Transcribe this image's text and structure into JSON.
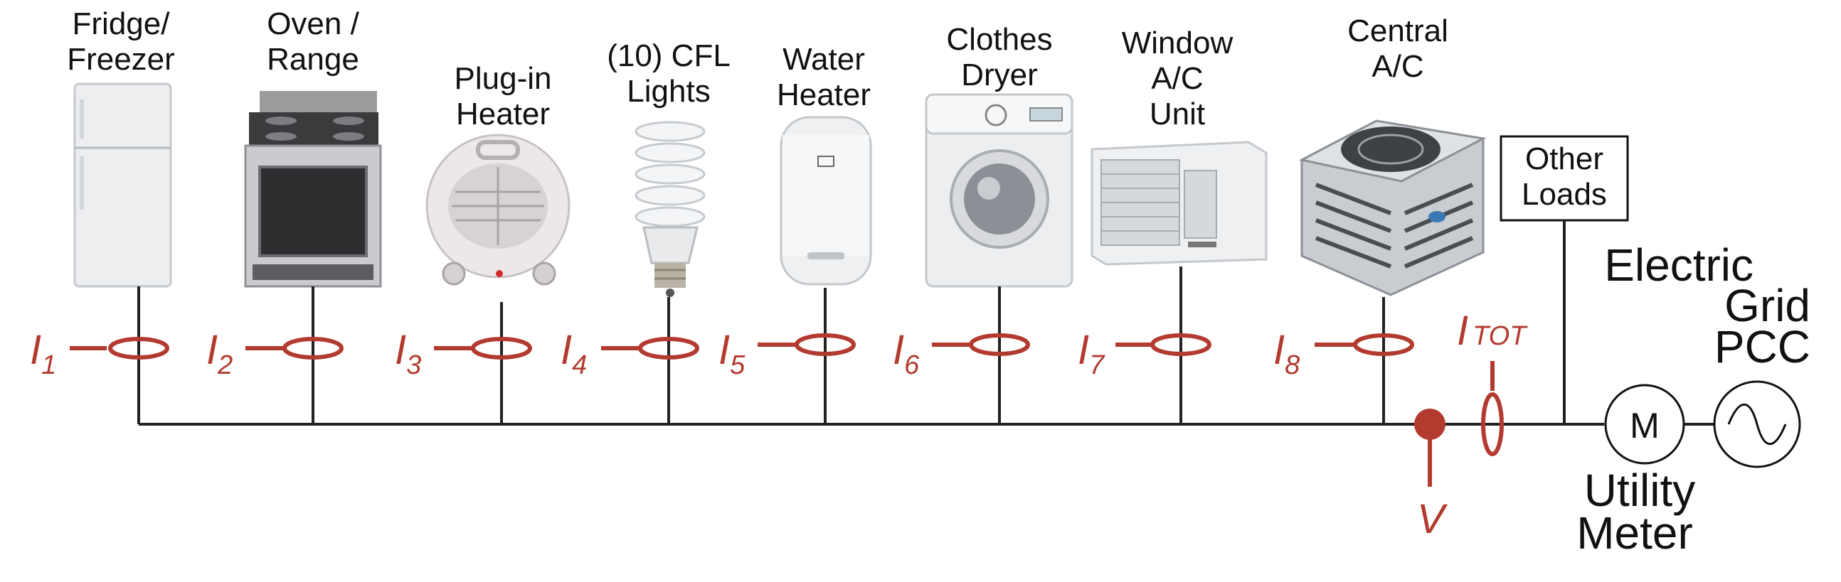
{
  "appliances": [
    {
      "name_lines": [
        "Fridge/",
        "Freezer"
      ],
      "current_label": "I",
      "current_sub": "1"
    },
    {
      "name_lines": [
        "Oven /",
        "Range"
      ],
      "current_label": "I",
      "current_sub": "2"
    },
    {
      "name_lines": [
        "Plug-in",
        "Heater"
      ],
      "current_label": "I",
      "current_sub": "3"
    },
    {
      "name_lines": [
        "(10) CFL",
        "Lights"
      ],
      "current_label": "I",
      "current_sub": "4"
    },
    {
      "name_lines": [
        "Water",
        "Heater"
      ],
      "current_label": "I",
      "current_sub": "5"
    },
    {
      "name_lines": [
        "Clothes",
        "Dryer"
      ],
      "current_label": "I",
      "current_sub": "6"
    },
    {
      "name_lines": [
        "Window",
        "A/C",
        "Unit"
      ],
      "current_label": "I",
      "current_sub": "7"
    },
    {
      "name_lines": [
        "Central",
        "A/C"
      ],
      "current_label": "I",
      "current_sub": "8"
    }
  ],
  "other_loads": {
    "lines": [
      "Other",
      "Loads"
    ]
  },
  "total_current": {
    "label": "I",
    "sub": "TOT"
  },
  "voltage": {
    "label": "V"
  },
  "meter": {
    "symbol": "M",
    "lines": [
      "Utility",
      "Meter"
    ]
  },
  "grid": {
    "lines": [
      "Electric",
      "Grid",
      "PCC"
    ]
  },
  "colors": {
    "accent": "#b23a2e",
    "wire": "#222222"
  }
}
